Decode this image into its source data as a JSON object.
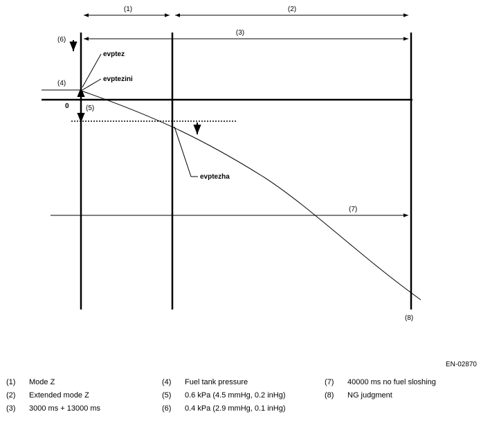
{
  "diagram": {
    "top_labels": {
      "mode_z": "(1)",
      "extended_mode_z": "(2)",
      "span_3": "(3)"
    },
    "markers": {
      "m6": "(6)",
      "m4": "(4)",
      "m5": "(5)",
      "m7": "(7)",
      "m8": "(8)",
      "zero": "0"
    },
    "signals": {
      "evptez": "evptez",
      "evptezini": "evptezini",
      "evptezha": "evptezha"
    }
  },
  "figure_code": "EN-02870",
  "legend": [
    {
      "num": "(1)",
      "text": "Mode Z"
    },
    {
      "num": "(2)",
      "text": "Extended mode Z"
    },
    {
      "num": "(3)",
      "text": "3000 ms + 13000 ms"
    },
    {
      "num": "(4)",
      "text": "Fuel tank pressure"
    },
    {
      "num": "(5)",
      "text": "0.6 kPa (4.5 mmHg, 0.2 inHg)"
    },
    {
      "num": "(6)",
      "text": "0.4 kPa (2.9 mmHg, 0.1 inHg)"
    },
    {
      "num": "(7)",
      "text": "40000 ms no fuel sloshing"
    },
    {
      "num": "(8)",
      "text": "NG judgment"
    }
  ]
}
